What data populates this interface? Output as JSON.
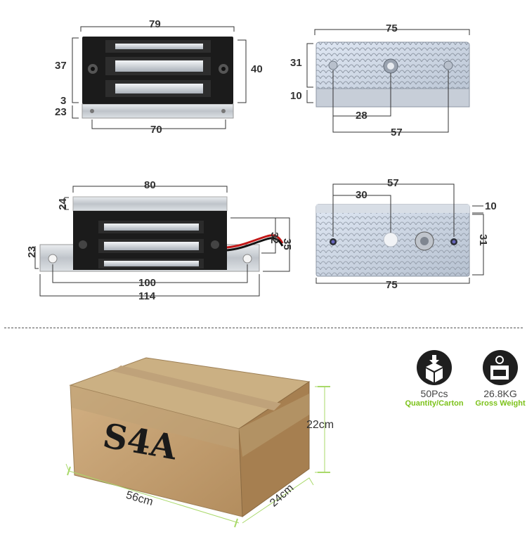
{
  "views": {
    "front": {
      "width": "79",
      "height_top": "37",
      "height_total": "40",
      "base_thickness": "3",
      "base_height": "23",
      "hole_spacing": "70"
    },
    "bottom": {
      "width": "75",
      "height": "31",
      "lip": "10",
      "center_hole": "28",
      "hole_spacing": "57"
    },
    "side": {
      "width": "80",
      "top": "24",
      "left_height": "23",
      "height_a": "32",
      "height_b": "35",
      "hole_spacing": "100",
      "total_length": "114"
    },
    "plate": {
      "hole_spacing": "57",
      "center_hole": "30",
      "lip": "10",
      "height": "31",
      "width": "75"
    }
  },
  "carton": {
    "marking": "S4A",
    "height": "22cm",
    "length": "56cm",
    "depth": "24cm",
    "quantity_value": "50Pcs",
    "quantity_label": "Quantity/Carton",
    "weight_value": "26.8KG",
    "weight_label": "Gross Weight"
  },
  "colors": {
    "accent": "#7cc21a",
    "magnet_body": "#1a1a1a",
    "aluminum": "#c9cdd3"
  }
}
